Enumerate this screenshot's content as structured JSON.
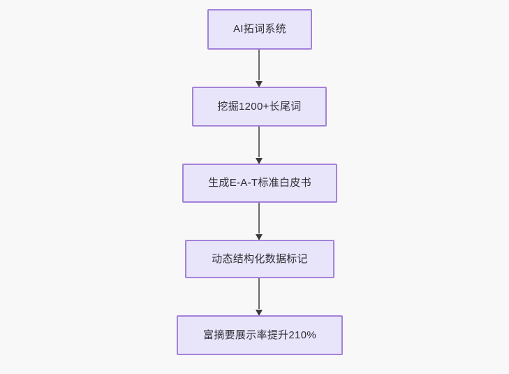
{
  "diagram": {
    "type": "flowchart",
    "direction": "top-to-bottom",
    "background_color": "#f8f8f8",
    "node_fill_color": "#e8e5fb",
    "node_border_color": "#a382d9",
    "node_text_color": "#2f2f35",
    "edge_color": "#6b6b6b",
    "arrow_color": "#3b3b3b",
    "nodes": [
      {
        "id": "n1",
        "label": "AI拓词系统"
      },
      {
        "id": "n2",
        "label": "挖掘1200+长尾词"
      },
      {
        "id": "n3",
        "label": "生成E-A-T标准白皮书"
      },
      {
        "id": "n4",
        "label": "动态结构化数据标记"
      },
      {
        "id": "n5",
        "label": "富摘要展示率提升210%"
      }
    ],
    "edges": [
      {
        "from": "n1",
        "to": "n2",
        "label": ""
      },
      {
        "from": "n2",
        "to": "n3",
        "label": ""
      },
      {
        "from": "n3",
        "to": "n4",
        "label": ""
      },
      {
        "from": "n4",
        "to": "n5",
        "label": ""
      }
    ]
  }
}
